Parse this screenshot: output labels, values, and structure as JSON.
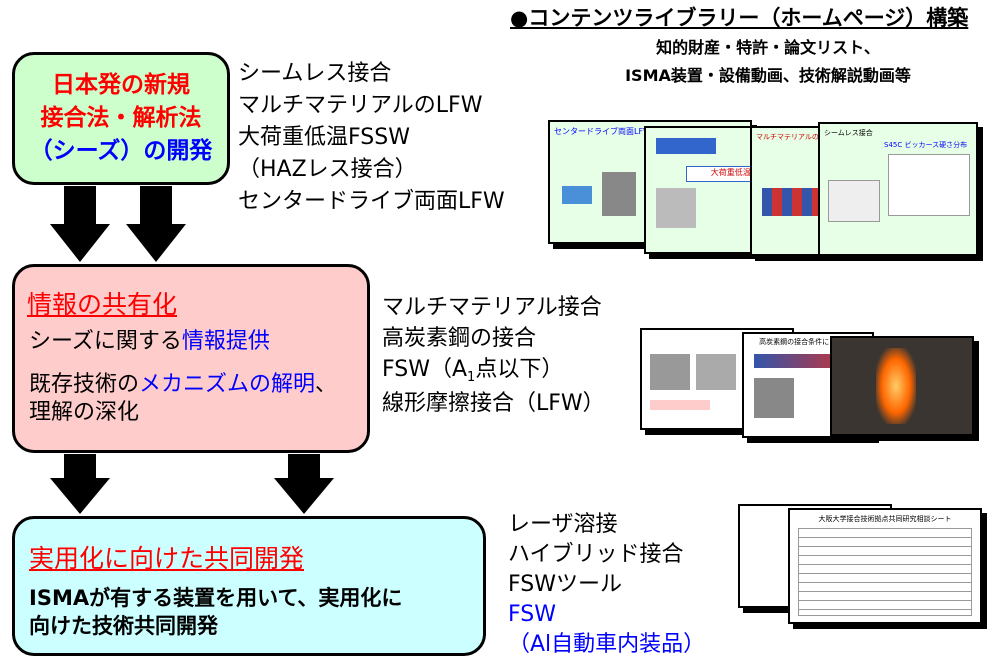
{
  "seeds_box": {
    "line1": "日本発の新規",
    "line2": "接合法・解析法",
    "line3_paren": "（シーズ）",
    "line3_rest": "の開発"
  },
  "seeds_list": [
    "シームレス接合",
    "マルチマテリアルのLFW",
    "大荷重低温FSSW",
    "（HAZレス接合）",
    "センタードライブ両面LFW"
  ],
  "info_box": {
    "title": "情報の共有化",
    "line1_a": "シーズに関する",
    "line1_b": "情報提供",
    "line2_a": "既存技術の",
    "line2_b": "メカニズムの解明",
    "line2_c": "、",
    "line3": "理解の深化"
  },
  "info_list": {
    "item1": "マルチマテリアル接合",
    "item2": "高炭素鋼の接合",
    "item3_a": "FSW（A",
    "item3_sub": "1",
    "item3_b": "点以下）",
    "item4": "線形摩擦接合（LFW）"
  },
  "practical_box": {
    "title": "実用化に向けた共同開発",
    "line1": "ISMAが有する装置を用いて、実用化に",
    "line2": "向けた技術共同開発"
  },
  "practical_list": {
    "item1": "レーザ溶接",
    "item2": "ハイブリッド接合",
    "item3": "FSWツール",
    "item4": "FSW",
    "item5": "（Al自動車内装品）"
  },
  "library": {
    "title": "●コンテンツライブラリー（ホームページ）構築",
    "sub1": "知的財産・特許・論文リスト、",
    "sub2": "ISMA装置・設備動画、技術解説動画等"
  },
  "thumbs_top": {
    "slide1_title": "センタードライブ両面LFW",
    "slide2_title": "大荷重低温FSSW",
    "slide3_title": "マルチマテリアルのLFW",
    "slide4_title": "シームレス接合",
    "slide4_chart_label": "S45C ビッカース硬さ分布"
  },
  "thumbs_mid": {
    "slide2_title": "高炭素鋼の接合条件による組織"
  },
  "thumbs_bot": {
    "sheet_title": "大阪大学接合技術拠点共同研究相談シート"
  },
  "colors": {
    "green_box": "#ccffcc",
    "pink_box": "#ffcccc",
    "cyan_box": "#ccffff",
    "accent_red": "#ff0000",
    "accent_blue": "#0000ff"
  }
}
